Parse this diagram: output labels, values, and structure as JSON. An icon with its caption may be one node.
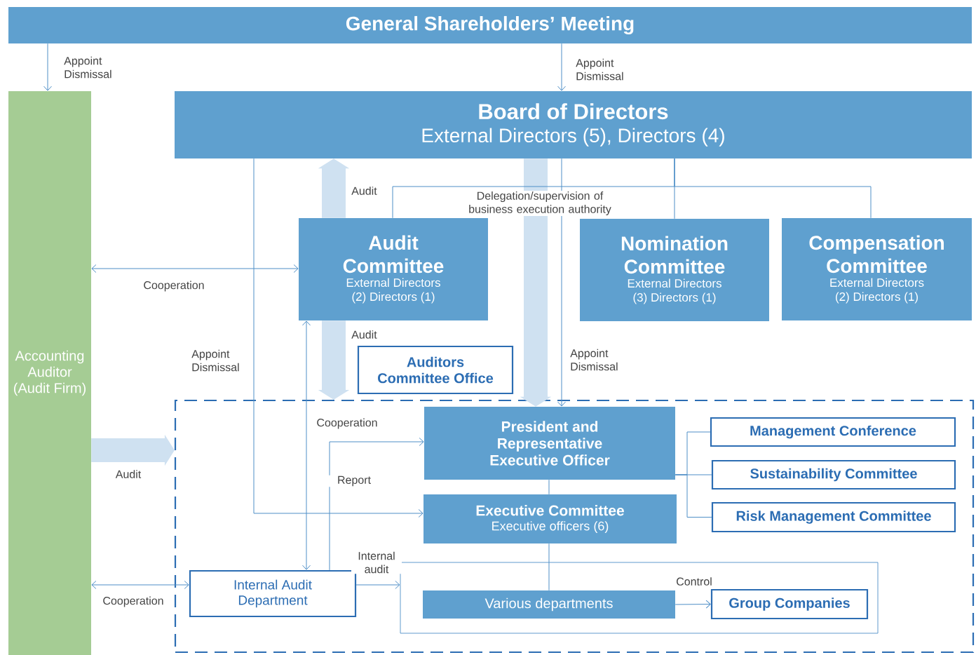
{
  "diagram": {
    "nodes": [
      {
        "text": [
          "General Shareholders’ Meeting"
        ]
      },
      {
        "text": [
          "Board of Directors",
          "External Directors (5), Directors (4)"
        ]
      },
      {
        "text": [
          "Accounting Auditor (Audit Firm)"
        ]
      },
      {
        "text": [
          "Audit Committee",
          "External Directors (2) Directors (1)"
        ]
      },
      {
        "text": [
          "Nomination Committee",
          "External Directors (3) Directors (1)"
        ]
      },
      {
        "text": [
          "Compensation Committee",
          "External Directors (2) Directors (1)"
        ]
      },
      {
        "text": [
          "Auditors Committee Office"
        ]
      },
      {
        "text": [],
        "shape": "box"
      },
      {
        "text": [
          "President and Representative Executive Officer"
        ],
        "in": 7
      },
      {
        "text": [
          "Executive Committee",
          "Executive officers (6)"
        ],
        "in": 7
      },
      {
        "text": [
          "Management Conference"
        ],
        "in": 7
      },
      {
        "text": [
          "Sustainability Committee"
        ],
        "in": 7
      },
      {
        "text": [
          "Risk Management Committee"
        ],
        "in": 7
      },
      {
        "text": [
          "Internal Audit Department"
        ],
        "in": 7
      },
      {
        "text": [],
        "shape": "box",
        "in": 7
      },
      {
        "text": [
          "Various departments"
        ],
        "in": 14
      },
      {
        "text": [
          "Group Companies"
        ],
        "in": 14
      }
    ],
    "edges": [
      {
        "from": 0,
        "to": 2,
        "arrow": "to",
        "label": "Appoint Dismissal"
      },
      {
        "from": 0,
        "to": 1,
        "arrow": "to",
        "label": "Appoint Dismissal"
      },
      {
        "from": 3,
        "to": 1,
        "arrow": "to",
        "label": "Audit",
        "style": "thick",
        "color": "#cfe1f1"
      },
      {
        "from": 3,
        "to": 7,
        "arrow": "to",
        "label": "Audit",
        "style": "thick",
        "color": "#cfe1f1"
      },
      {
        "from": 1,
        "to": 8,
        "arrow": "to",
        "label": "Delegation/supervision of business execution authority",
        "style": "thick",
        "color": "#cfe1f1"
      },
      {
        "from": 1,
        "to": 8,
        "arrow": "to",
        "label": "Appoint Dismissal"
      },
      {
        "from": 1,
        "to": 3,
        "arrow": "none"
      },
      {
        "from": 1,
        "to": 4,
        "arrow": "none"
      },
      {
        "from": 1,
        "to": 5,
        "arrow": "none"
      },
      {
        "from": 1,
        "to": 9,
        "arrow": "to",
        "label": "Appoint Dismissal"
      },
      {
        "from": 2,
        "to": 3,
        "arrow": "both",
        "label": "Cooperation"
      },
      {
        "from": 3,
        "to": 13,
        "arrow": "both",
        "label": "Cooperation"
      },
      {
        "from": 13,
        "to": 8,
        "arrow": "to",
        "label": "Report"
      },
      {
        "from": 2,
        "to": 13,
        "arrow": "both",
        "label": "Cooperation"
      },
      {
        "from": 2,
        "to": 7,
        "arrow": "to",
        "label": "Audit",
        "style": "thick",
        "color": "#cfe1f1"
      },
      {
        "from": 13,
        "to": 14,
        "arrow": "to",
        "label": "Internal audit"
      },
      {
        "from": 8,
        "to": 9,
        "arrow": "none"
      },
      {
        "from": 9,
        "to": 15,
        "arrow": "none"
      },
      {
        "from": 8,
        "to": 10,
        "arrow": "none"
      },
      {
        "from": 8,
        "to": 11,
        "arrow": "none"
      },
      {
        "from": 8,
        "to": 12,
        "arrow": "none"
      },
      {
        "from": 15,
        "to": 16,
        "arrow": "to",
        "label": "Control"
      }
    ]
  }
}
